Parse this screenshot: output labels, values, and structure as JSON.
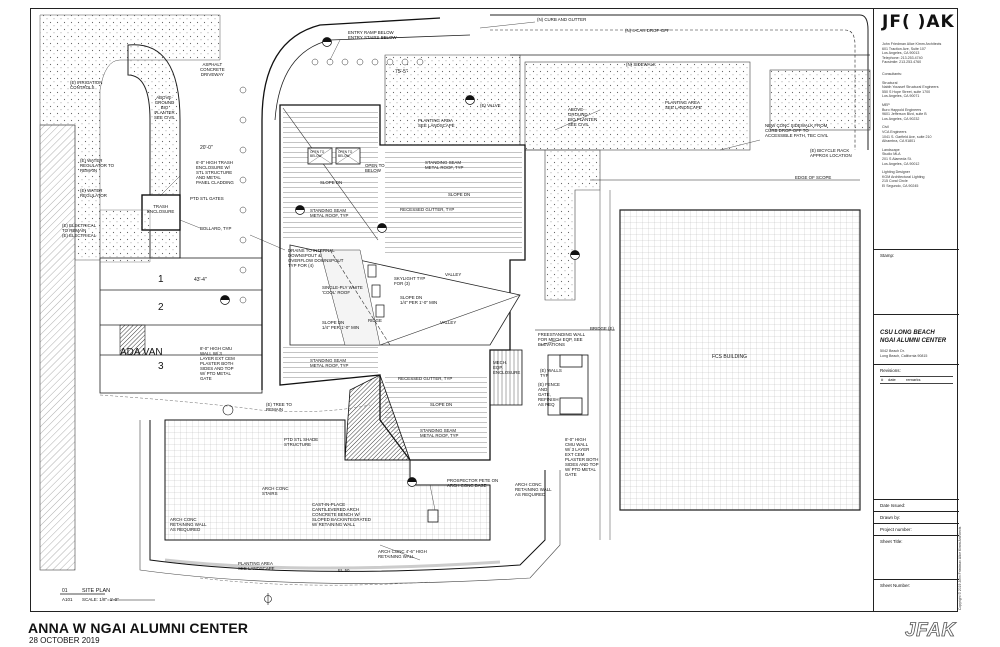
{
  "sheet": {
    "project_title": "ANNA W NGAI ALUMNI CENTER",
    "date": "28 OCTOBER 2019",
    "bottom_logo": "JFAK",
    "view_number": "01",
    "view_sheet": "A101",
    "view_title": "SITE PLAN",
    "view_scale": "SCALE: 1/8\"=1'-0\""
  },
  "titleblock": {
    "logo": "JF( )AK",
    "firm_lines": [
      "John Friedman Alice Kimm Architects",
      "601 Traction Ave, Suite 107",
      "Los Angeles, CA 90013",
      "Telephone: 213.253.4740",
      "Facsimile: 213.253.4760"
    ],
    "consultants_heading": "Consultants:",
    "consultants": [
      [
        "Structural",
        "Nabih Youssef Structural Engineers",
        "550 S Hope Street, suite 1700",
        "Los Angeles, CA 90071"
      ],
      [
        "MEP",
        "Buro Happold Engineers",
        "9601 Jefferson Blvd, suite B",
        "Los Angeles, CA 90232"
      ],
      [
        "Civil",
        "VCA Engineers",
        "1041 S. Garfield Ave, suite 210",
        "Alhambra, CA 91801"
      ],
      [
        "Landscape",
        "Studio MLA",
        "201 S Alameda St.",
        "Los Angeles, CA 90012"
      ],
      [
        "Lighting Designer",
        "KGM Architectural Lighting",
        "215 Coral Circle",
        "El Segundo, CA 90245"
      ]
    ],
    "stamp_label": "Stamp:",
    "client": "CSU LONG BEACH",
    "project": "NGAI ALUMNI CENTER",
    "address_lines": [
      "5042 Beach Dr.",
      "Long Beach, California 90815"
    ],
    "revisions_label": "Revisions:",
    "rev_headers": [
      "#",
      "date",
      "remarks"
    ],
    "date_issued_label": "Date Issued:",
    "drawn_by_label": "Drawn by:",
    "project_number_label": "Project number:",
    "sheet_title_label": "Sheet Title:",
    "sheet_number_label": "Sheet Number:",
    "copyright": "Copyright © 2019 John Friedman Alice Kimm Architects"
  },
  "annotations": {
    "entry_ramp": "ENTRY RAMP BELOW\nENTRY STAIRS BELOW",
    "curb": "(N) CURB AND GUTTER",
    "dropoff": "(N) 4-CAR DROP-OFF",
    "sidewalk": "(N) SIDEWALK",
    "irrigation": "(E) IRRIGATION\nCONTROLS",
    "asphalt": "ASPHALT\nCONCRETE\nDRIVEWAY",
    "planter_left": "ABOVE-\nGROUND\nBIO\nPLANTER\nSEE CIVIL",
    "trash": "6'-0\" HIGH TRASH\nENCLOSURE W/\nSTL STRUCTURE\nAND METAL\nPANEL CLADDING",
    "ptd_gates": "PTD STL GATES",
    "trash_enclosure": "TRASH\nENCLOSURE",
    "bollard": "BOLLARD, TYP",
    "water_reg": "(E) WATER\nREGULATOR TO\nREMAIN",
    "water_reg2": "(E) WATER\nREGULATOR",
    "electrical1": "(E) ELECTRICAL\nTO REMAIN",
    "electrical2": "(E) ELECTRICAL",
    "planting_top": "PLANTING AREA\nSEE LANDSCAPE",
    "valve": "(E) VALVE",
    "planter_mid": "ABOVE-\nGROUND\nBIO PLANTER\nSEE CIVIL",
    "planting_right": "PLANTING AREA\nSEE LANDSCAPE",
    "new_sidewalk": "NEW CONC SIDEWALK FROM\nCURB DROP-OFF TO\nACCESSIBLE PATH, TBC CIVIL",
    "bike_rack": "(E) BICYCLE RACK\nAPPROX LOCATION",
    "edge_scope": "EDGE OF SCOPE",
    "open_below": "OPEN TO\nBELOW",
    "slope_dn": "SLOPE DN",
    "standing_seam": "STANDING SEAM\nMETAL ROOF, TYP",
    "gutter": "RECESSED GUTTER, TYP",
    "drains": "DRAINS TO INTERNAL\nDOWNSPOUT &\nOVERFLOW DOWNSPOUT\nTYP FOR (4)",
    "skylight": "SKYLIGHT TYP\nFOR (3)",
    "single_ply": "SINGLE-PLY WHITE\n'COOL' ROOF",
    "valley": "VALLEY",
    "ridge": "RIDGE",
    "slope_min": "SLOPE DN\n1/4\" PER 1'-0\" MIN",
    "dim_20": "20'-0\"",
    "dim_43": "43'-4\"",
    "dim_75": "75'-5\"",
    "stall_1": "1",
    "stall_2": "2",
    "stall_3": "3",
    "ada_van": "ADA VAN",
    "cmu_wall": "8'-0\" HIGH CMU\nWALL W/ 3\nLAYER EXT CEM\nPLASTER BOTH\nSIDES AND TOP\nW/ PTD METAL\nGATE",
    "tree": "(E) TREE TO\nREMAIN",
    "mech_encl": "MECH.\nEQP.\nENCLOSURE",
    "freestanding": "FREESTANDING WALL\nFOR MECH EQP, SEE\nELEVATIONS",
    "bridge": "BRIDGE (E)",
    "walls": "(E) WALLS\nTYP",
    "fence": "(E) FENCE\nAND\nGATE,\nREFINISH\nAS REQ",
    "fcs": "FCS BUILDING",
    "cmu_wall2": "8'-0\" HIGH\nCMU WALL\nW/ 3 LAYER\nEXT CEM\nPLASTER BOTH\nSIDES AND TOP\nW/ PTD METAL\nGATE",
    "shade": "PTD STL SHADE\nSTRUCTURE",
    "prospector": "PROSPECTOR PETE ON\nARCH CONC BASE",
    "arch_conc_wall": "ARCH CONC\nRETAINING WALL\nAS REQUIRED",
    "arch_stairs": "ARCH CONC\nSTAIRS",
    "bench": "CAST-IN-PLACE\nCANTILEVERED ARCH\nCONCRETE BENCH W/\nSLOPED BACKINTEGRATED\nW/ RETAINING WALL",
    "arch_wall_left": "ARCH CONC\nRETAINING WALL\nAS REQUIRED",
    "retaining_46": "ARCH CONC 4'-6\" HIGH\nRETAINING WALL",
    "planting_bottom": "PLANTING AREA\nSEE LANDSCAPE",
    "elev": "EL.50"
  }
}
